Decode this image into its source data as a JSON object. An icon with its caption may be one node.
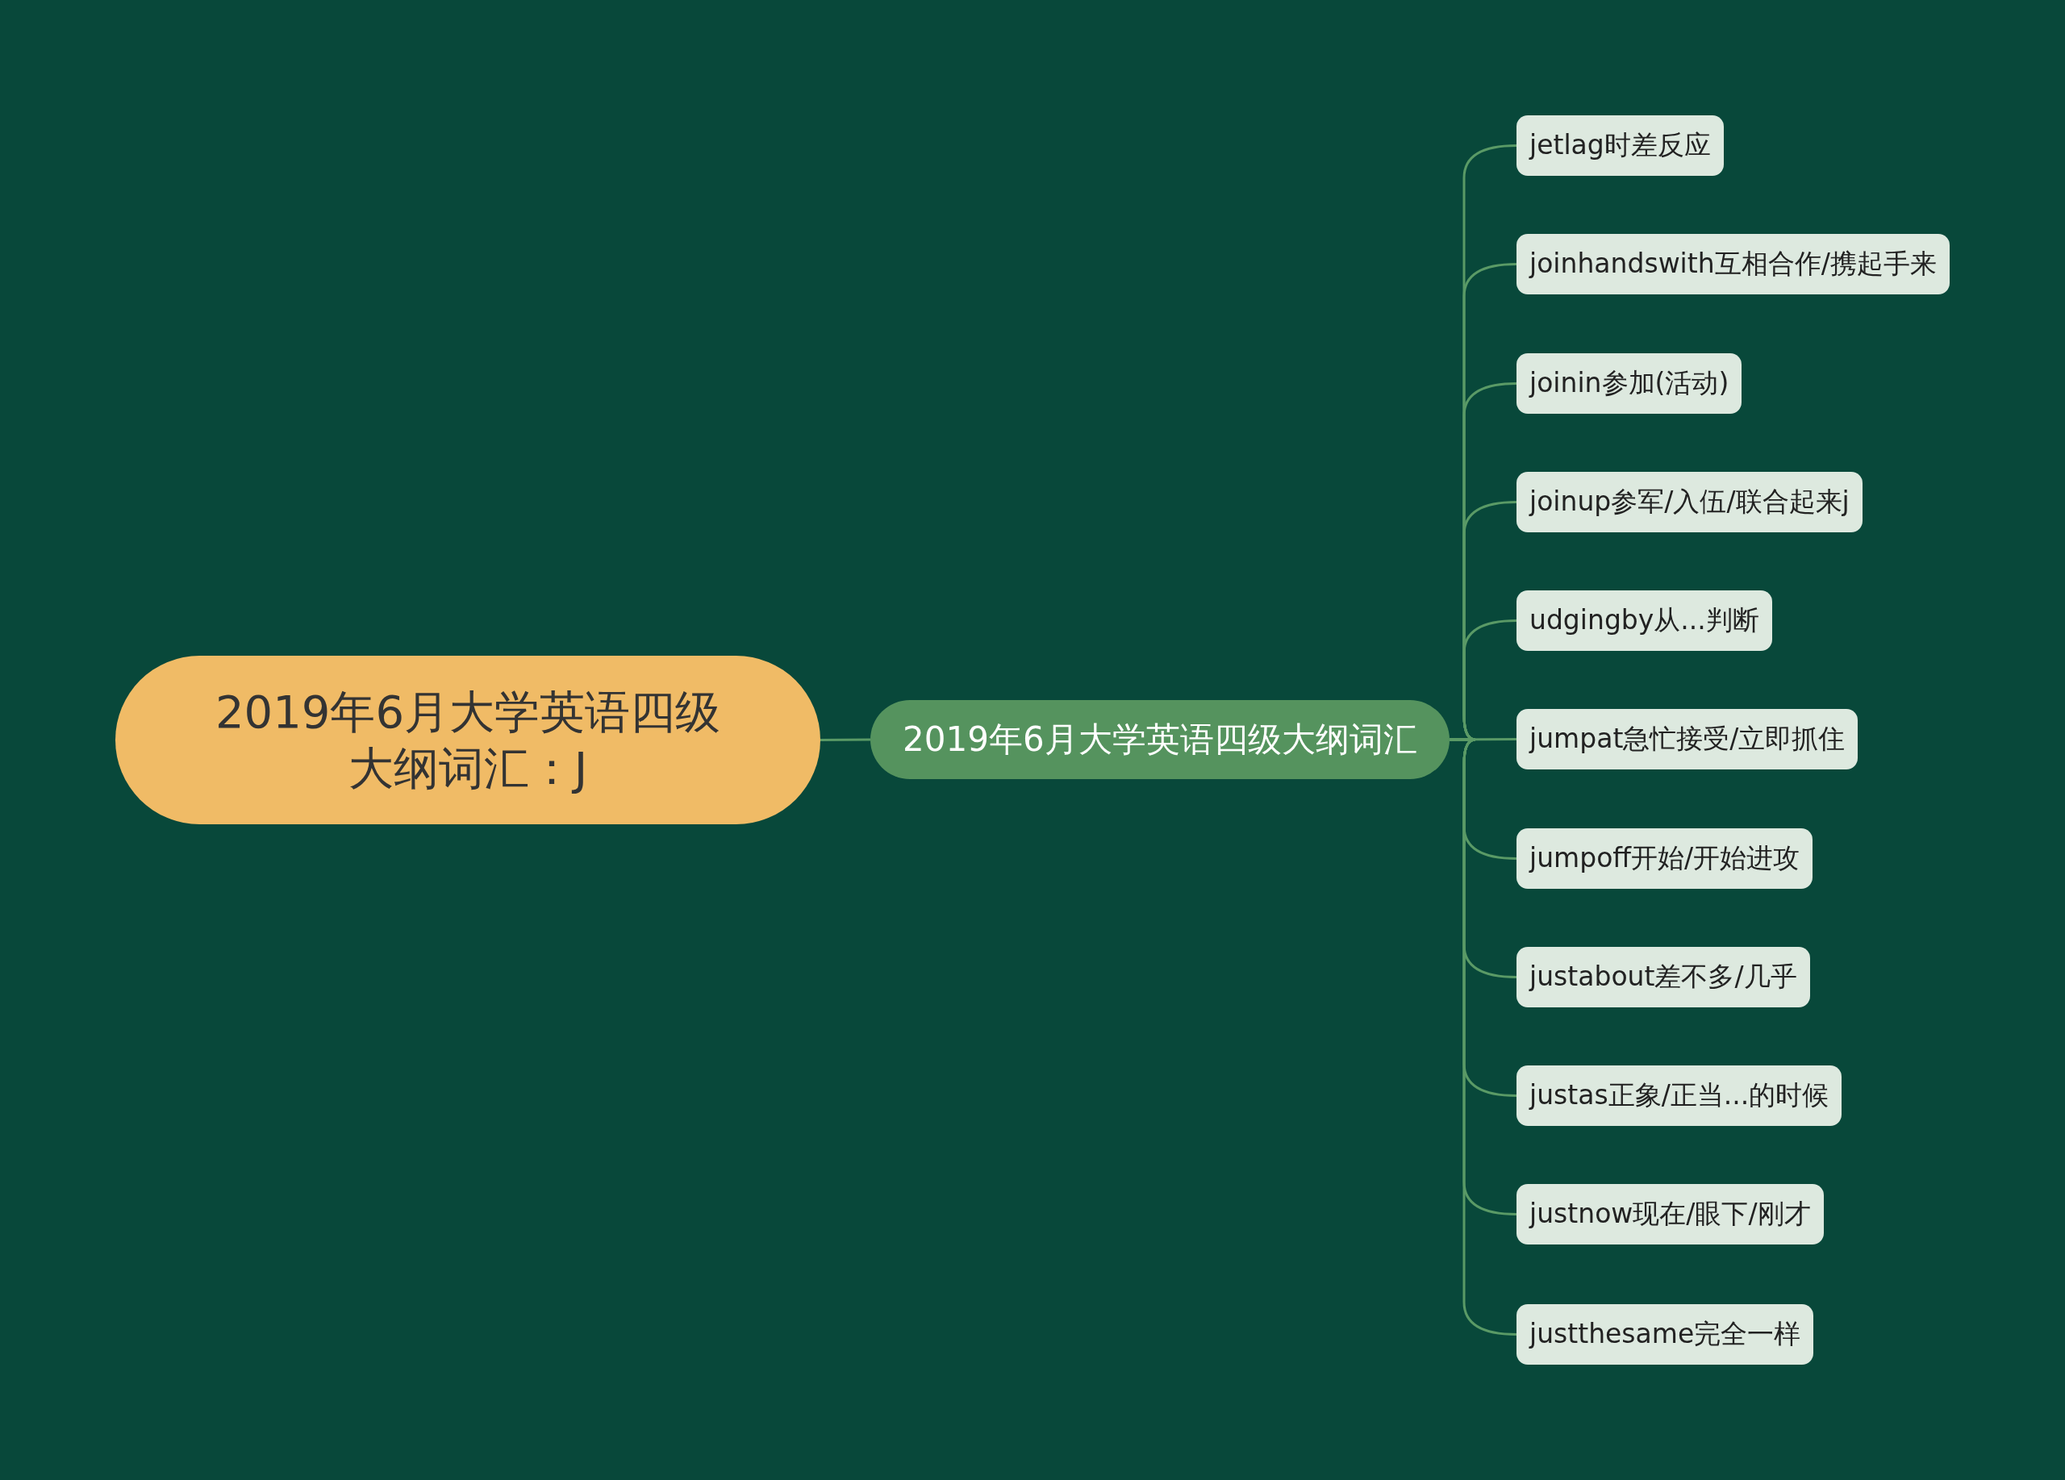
{
  "diagram": {
    "nodes": [
      {
        "text": [
          "2019年6月大学英语四级大纲词汇：J"
        ]
      },
      {
        "text": [
          "2019年6月大学英语四级大纲词汇"
        ]
      },
      {
        "text": [
          "jetlag时差反应"
        ]
      },
      {
        "text": [
          "joinhandswith互相合作/携起手来"
        ]
      },
      {
        "text": [
          "joinin参加(活动)"
        ]
      },
      {
        "text": [
          "joinup参军/入伍/联合起来j"
        ]
      },
      {
        "text": [
          "udgingby从...判断"
        ]
      },
      {
        "text": [
          "jumpat急忙接受/立即抓住"
        ]
      },
      {
        "text": [
          "jumpoff开始/开始进攻"
        ]
      },
      {
        "text": [
          "justabout差不多/几乎"
        ]
      },
      {
        "text": [
          "justas正象/正当...的时候"
        ]
      },
      {
        "text": [
          "justnow现在/眼下/刚才"
        ]
      },
      {
        "text": [
          "justthesame完全一样"
        ]
      }
    ],
    "edges": [
      {
        "from": 0,
        "to": 1,
        "arrow": "none"
      },
      {
        "from": 1,
        "to": 2,
        "arrow": "none"
      },
      {
        "from": 1,
        "to": 3,
        "arrow": "none"
      },
      {
        "from": 1,
        "to": 4,
        "arrow": "none"
      },
      {
        "from": 1,
        "to": 5,
        "arrow": "none"
      },
      {
        "from": 1,
        "to": 6,
        "arrow": "none"
      },
      {
        "from": 1,
        "to": 7,
        "arrow": "none"
      },
      {
        "from": 1,
        "to": 8,
        "arrow": "none"
      },
      {
        "from": 1,
        "to": 9,
        "arrow": "none"
      },
      {
        "from": 1,
        "to": 10,
        "arrow": "none"
      },
      {
        "from": 1,
        "to": 11,
        "arrow": "none"
      },
      {
        "from": 1,
        "to": 12,
        "arrow": "none"
      }
    ]
  }
}
